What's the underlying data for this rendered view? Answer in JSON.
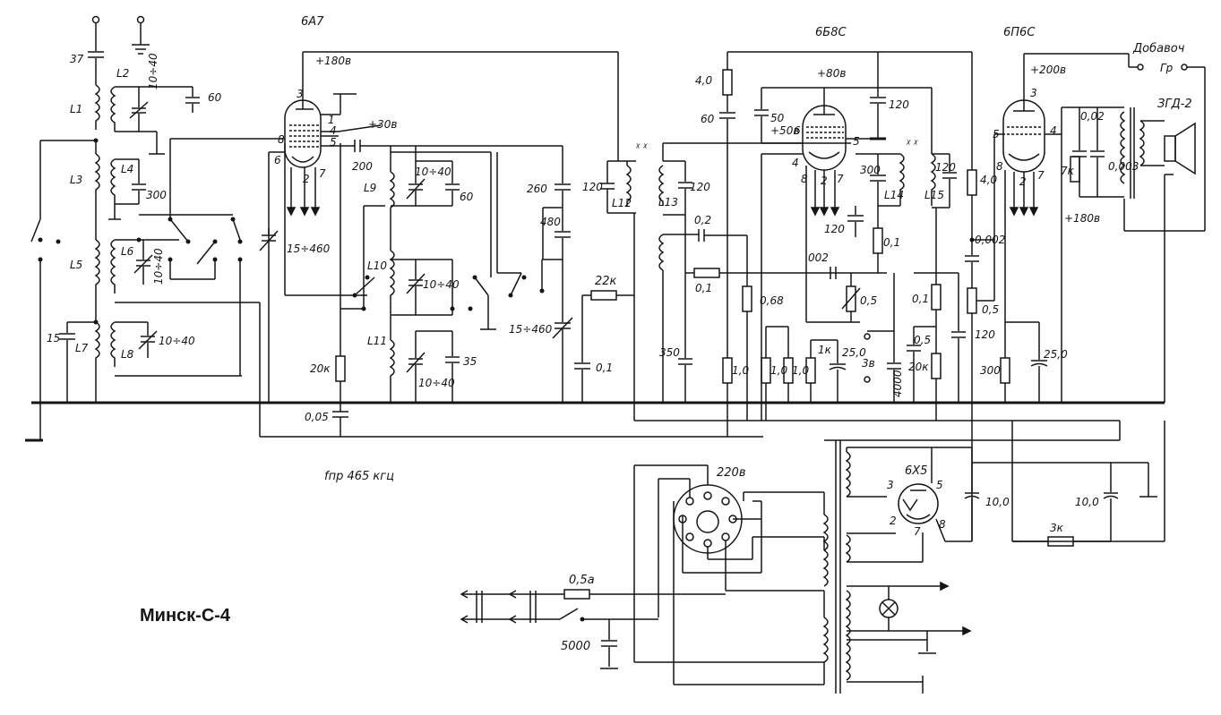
{
  "title": "Минск-С-4",
  "note": "fпр 465 кгц",
  "tubes": {
    "mixer": "6А7",
    "det": "6Б8С",
    "output": "6П6С",
    "rect": "6Х5"
  },
  "speaker": "ЗГД-2",
  "extra_output": "Добавоч",
  "phono": "Гр",
  "voltages": {
    "v180a": "+180в",
    "v30": "+30в",
    "v80": "+80в",
    "v50": "+50в",
    "v200": "+200в",
    "v180b": "+180в",
    "v3": "3в",
    "mains": "220в"
  },
  "fuse": "0,5а",
  "pins": {
    "p1": "1",
    "p2": "2",
    "p3": "3",
    "p4": "4",
    "p5": "5",
    "p6": "6",
    "p7": "7",
    "p8": "8"
  },
  "labels": {
    "c37": "37",
    "L1": "L1",
    "L2": "L2",
    "L3": "L3",
    "L4": "L4",
    "L5": "L5",
    "L6": "L6",
    "L7": "L7",
    "L8": "L8",
    "L9": "L9",
    "L10": "L10",
    "L11": "L11",
    "L12": "L12",
    "L13": "L13",
    "L14": "L14",
    "L15": "L15",
    "c10_40": "10÷40",
    "c60": "60",
    "c300": "300",
    "c15": "15",
    "c15_460": "15÷460",
    "c20k": "20к",
    "c005": "0,05",
    "c200": "200",
    "c35": "35",
    "c260": "260",
    "c480": "480",
    "r22k": "22к",
    "c01": "0,1",
    "c120": "120",
    "c02": "0,2",
    "c350": "350",
    "r10": "1,0",
    "c40": "4,0",
    "c50": "50",
    "r068": "0,68",
    "c002": "002",
    "r05": "0,5",
    "r1k": "1к",
    "c25": "25,0",
    "c4000": "4000",
    "r20k": "20к",
    "c0002": "0,002",
    "c0003": "0,003",
    "c0_02": "0,02",
    "r7k": "7к",
    "c10": "10,0",
    "r3k": "3к",
    "c5000": "5000",
    "r300": "300",
    "r05b": "0,5"
  }
}
